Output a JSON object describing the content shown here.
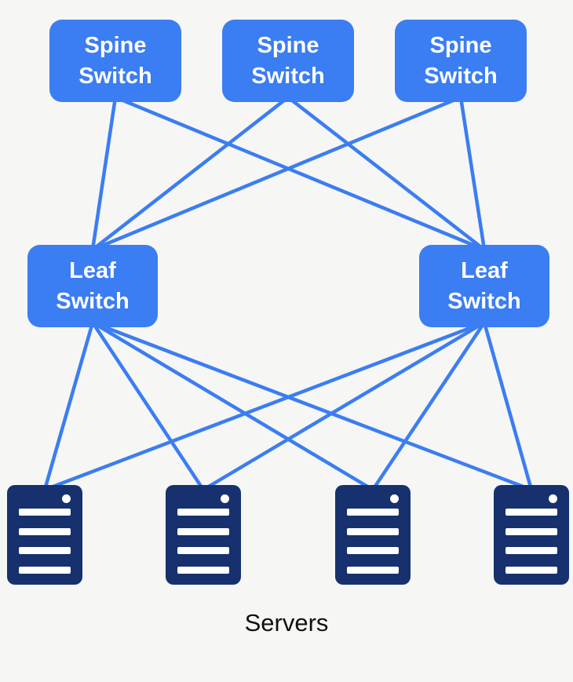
{
  "colors": {
    "background": "#f6f6f4",
    "switch_fill": "#3b7df2",
    "link": "#3b7df2",
    "server_fill": "#16316d",
    "switch_text": "#ffffff",
    "caption_text": "#111111"
  },
  "diagram": {
    "type": "network-topology",
    "spine_switches": [
      {
        "id": "spine-1",
        "label": "Spine Switch"
      },
      {
        "id": "spine-2",
        "label": "Spine Switch"
      },
      {
        "id": "spine-3",
        "label": "Spine Switch"
      }
    ],
    "leaf_switches": [
      {
        "id": "leaf-1",
        "label": "Leaf Switch"
      },
      {
        "id": "leaf-2",
        "label": "Leaf Switch"
      }
    ],
    "servers": [
      {
        "id": "server-1"
      },
      {
        "id": "server-2"
      },
      {
        "id": "server-3"
      },
      {
        "id": "server-4"
      }
    ],
    "caption": "Servers",
    "edges": [
      {
        "from": "spine-1",
        "to": "leaf-1"
      },
      {
        "from": "spine-1",
        "to": "leaf-2"
      },
      {
        "from": "spine-2",
        "to": "leaf-1"
      },
      {
        "from": "spine-2",
        "to": "leaf-2"
      },
      {
        "from": "spine-3",
        "to": "leaf-1"
      },
      {
        "from": "spine-3",
        "to": "leaf-2"
      },
      {
        "from": "leaf-1",
        "to": "server-1"
      },
      {
        "from": "leaf-1",
        "to": "server-2"
      },
      {
        "from": "leaf-1",
        "to": "server-3"
      },
      {
        "from": "leaf-1",
        "to": "server-4"
      },
      {
        "from": "leaf-2",
        "to": "server-1"
      },
      {
        "from": "leaf-2",
        "to": "server-2"
      },
      {
        "from": "leaf-2",
        "to": "server-3"
      },
      {
        "from": "leaf-2",
        "to": "server-4"
      }
    ]
  }
}
